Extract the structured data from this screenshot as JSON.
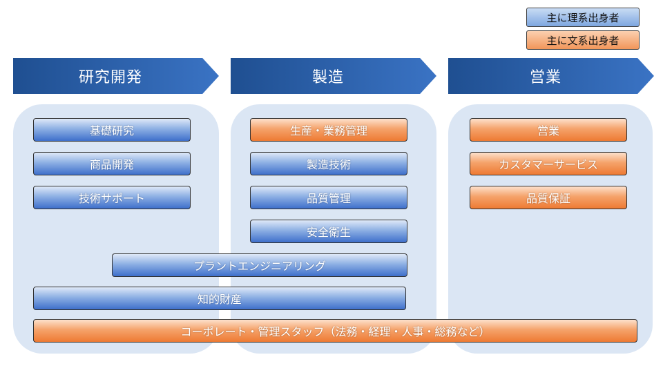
{
  "legend": {
    "science": "主に理系出身者",
    "humanities": "主に文系出身者",
    "science_color": "#4f7fd3",
    "humanities_color": "#f08a45"
  },
  "headers": [
    "研究開発",
    "製造",
    "営業"
  ],
  "columns": {
    "research": [
      "基礎研究",
      "商品開発",
      "技術サポート"
    ],
    "manufacturing": [
      "生産・業務管理",
      "製造技術",
      "品質管理",
      "安全衛生"
    ],
    "sales": [
      "営業",
      "カスタマーサービス",
      "品質保証"
    ]
  },
  "spanning": {
    "plant_engineering": "プラントエンジニアリング",
    "intellectual_property": "知的財産",
    "corporate": "コーポレート・管理スタッフ（法務・経理・人事・総務など）"
  }
}
